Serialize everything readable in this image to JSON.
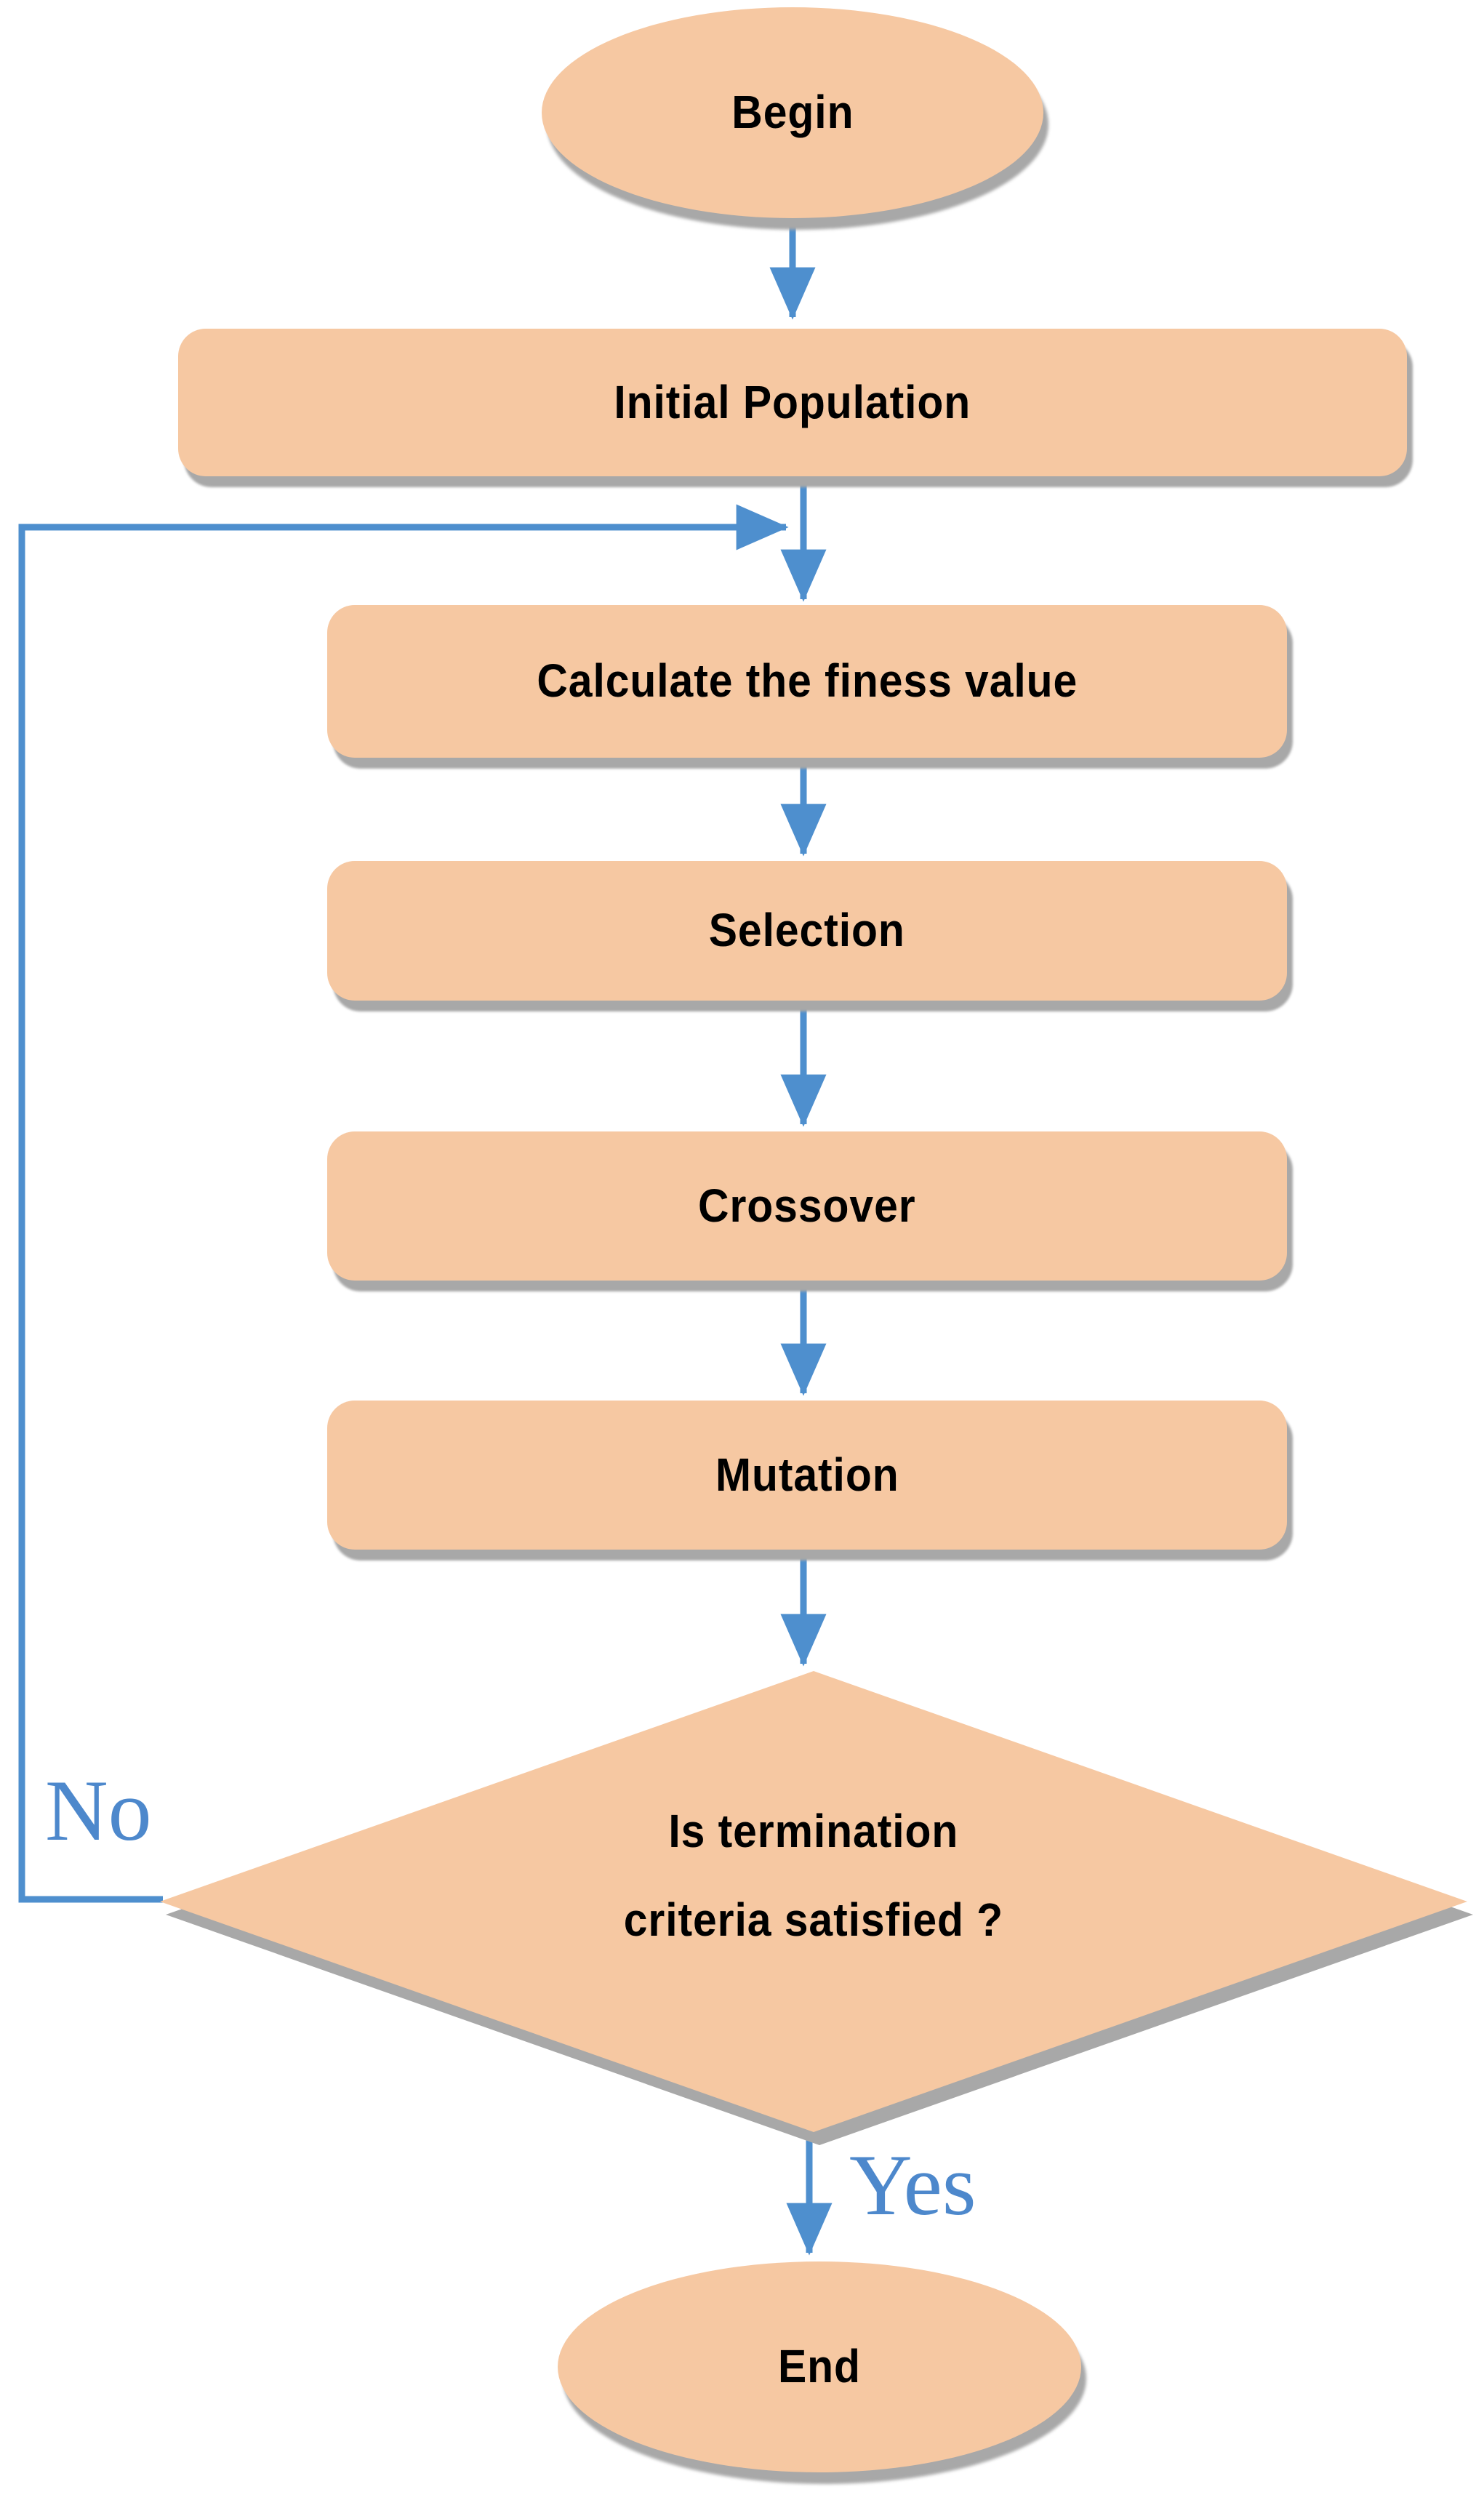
{
  "colors": {
    "background": "#FFFFFF",
    "shape_fill": "#F6C8A2",
    "shape_shadow": "#A8A8A8",
    "arrow": "#4E8FCE",
    "edge_label_color": "#4D88CC",
    "node_text": "#000000"
  },
  "nodes": {
    "begin": {
      "type": "terminator",
      "label": "Begin"
    },
    "initial_population": {
      "type": "process",
      "label": "Initial Population"
    },
    "calculate_fitness": {
      "type": "process",
      "label": "Calculate the finess value"
    },
    "selection": {
      "type": "process",
      "label": "Selection"
    },
    "crossover": {
      "type": "process",
      "label": "Crossover"
    },
    "mutation": {
      "type": "process",
      "label": "Mutation"
    },
    "termination_decision": {
      "type": "decision",
      "label_line1": "Is termination",
      "label_line2": "criteria satisfied ?"
    },
    "end": {
      "type": "terminator",
      "label": "End"
    }
  },
  "edge_labels": {
    "no": "No",
    "yes": "Yes"
  }
}
